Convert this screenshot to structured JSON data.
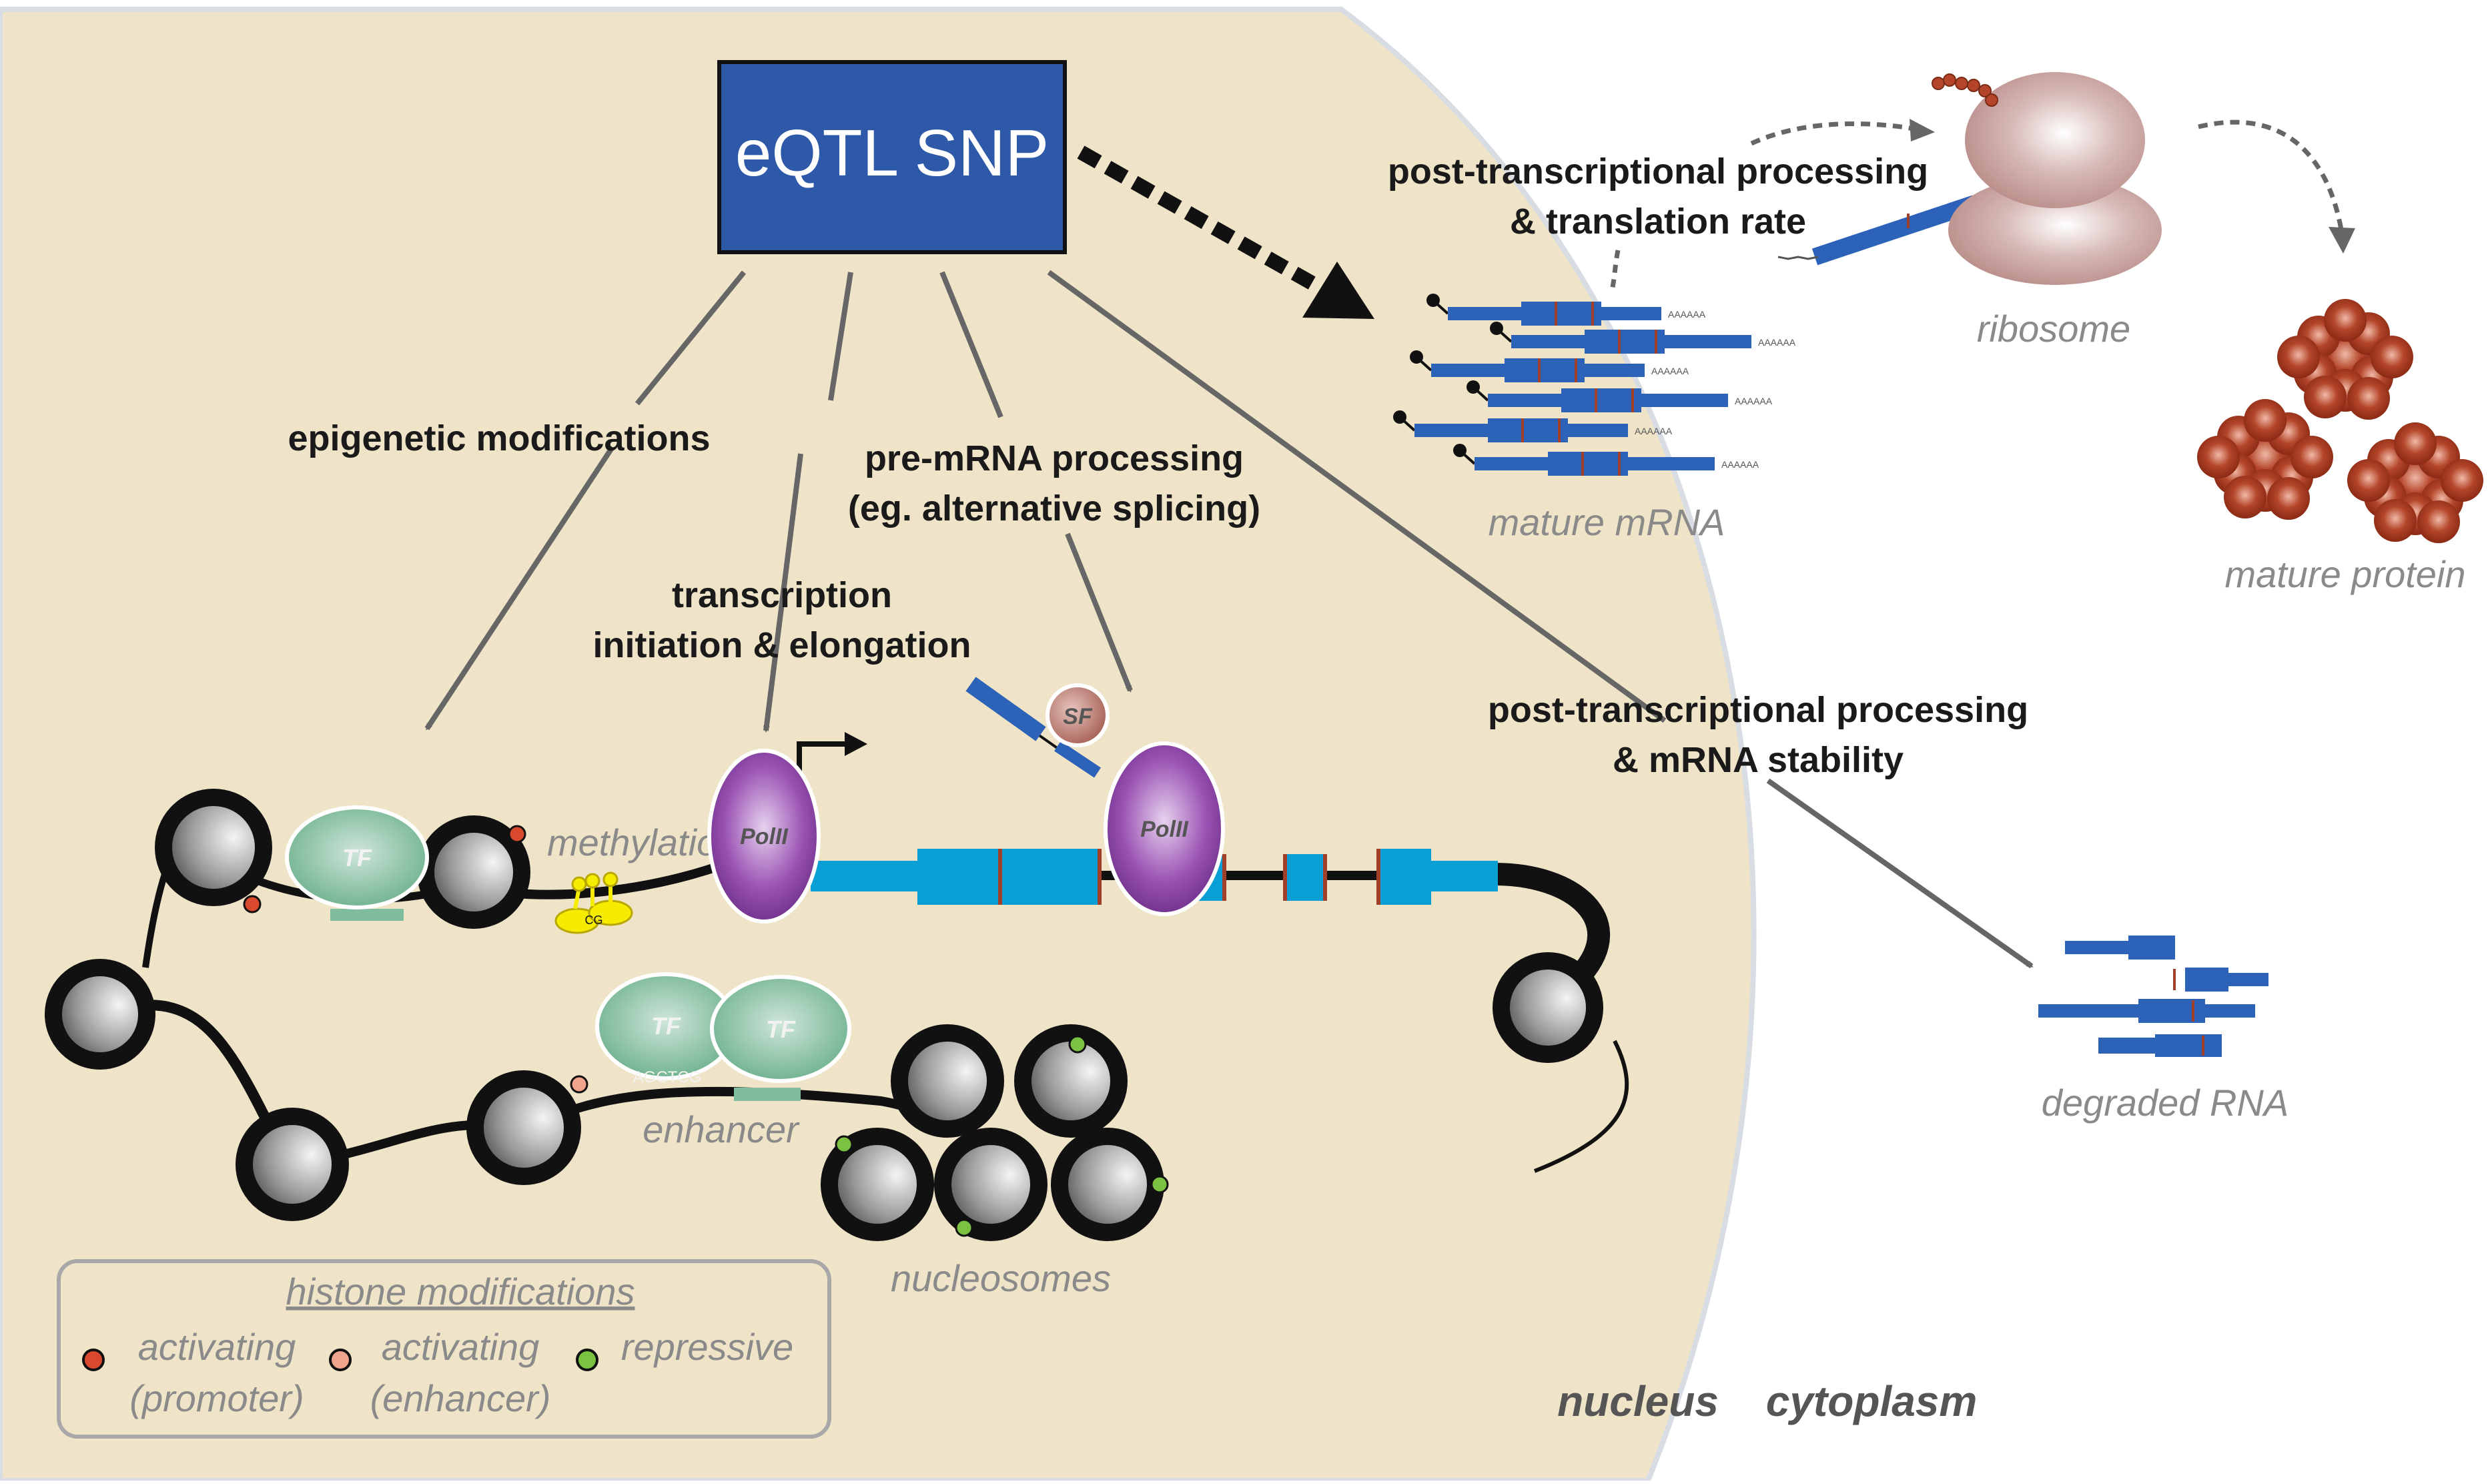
{
  "snp_box": {
    "label": "eQTL SNP"
  },
  "mechanisms": {
    "epigenetic": "epigenetic modifications",
    "transcription_line1": "transcription",
    "transcription_line2": "initiation & elongation",
    "premrna_line1": "pre-mRNA processing",
    "premrna_line2": "(eg. alternative splicing)",
    "stability_line1": "post-transcriptional processing",
    "stability_line2": "& mRNA stability",
    "translation_line1": "post-transcriptional processing",
    "translation_line2": "& translation rate"
  },
  "components": {
    "tf": "TF",
    "polii": "PolII",
    "sf": "SF",
    "methylation": "methylation",
    "cg": "CG",
    "motif": "AGCTCG",
    "enhancer": "enhancer",
    "nucleosomes": "nucleosomes",
    "mature_mrna": "mature mRNA",
    "ribosome": "ribosome",
    "mature_protein": "mature protein",
    "degraded_rna": "degraded RNA",
    "nucleus": "nucleus",
    "cytoplasm": "cytoplasm",
    "polya": "AAAAAA"
  },
  "legend": {
    "title": "histone modifications",
    "items": [
      {
        "line1": "activating",
        "line2": "(promoter)",
        "color": "#d9492e"
      },
      {
        "line1": "activating",
        "line2": "(enhancer)",
        "color": "#f1a48c"
      },
      {
        "line1": "repressive",
        "line2": "",
        "color": "#7cc242"
      }
    ]
  },
  "colors": {
    "nucleus": "#efe4c8",
    "snp_box": "#2e59a8",
    "exon": "#0a9ed6",
    "mrna": "#2c62b8",
    "tf": "#7fbd9e",
    "polii": "#7d3a98",
    "protein": "#a8391f",
    "ribosome": "#c7a3a0"
  }
}
